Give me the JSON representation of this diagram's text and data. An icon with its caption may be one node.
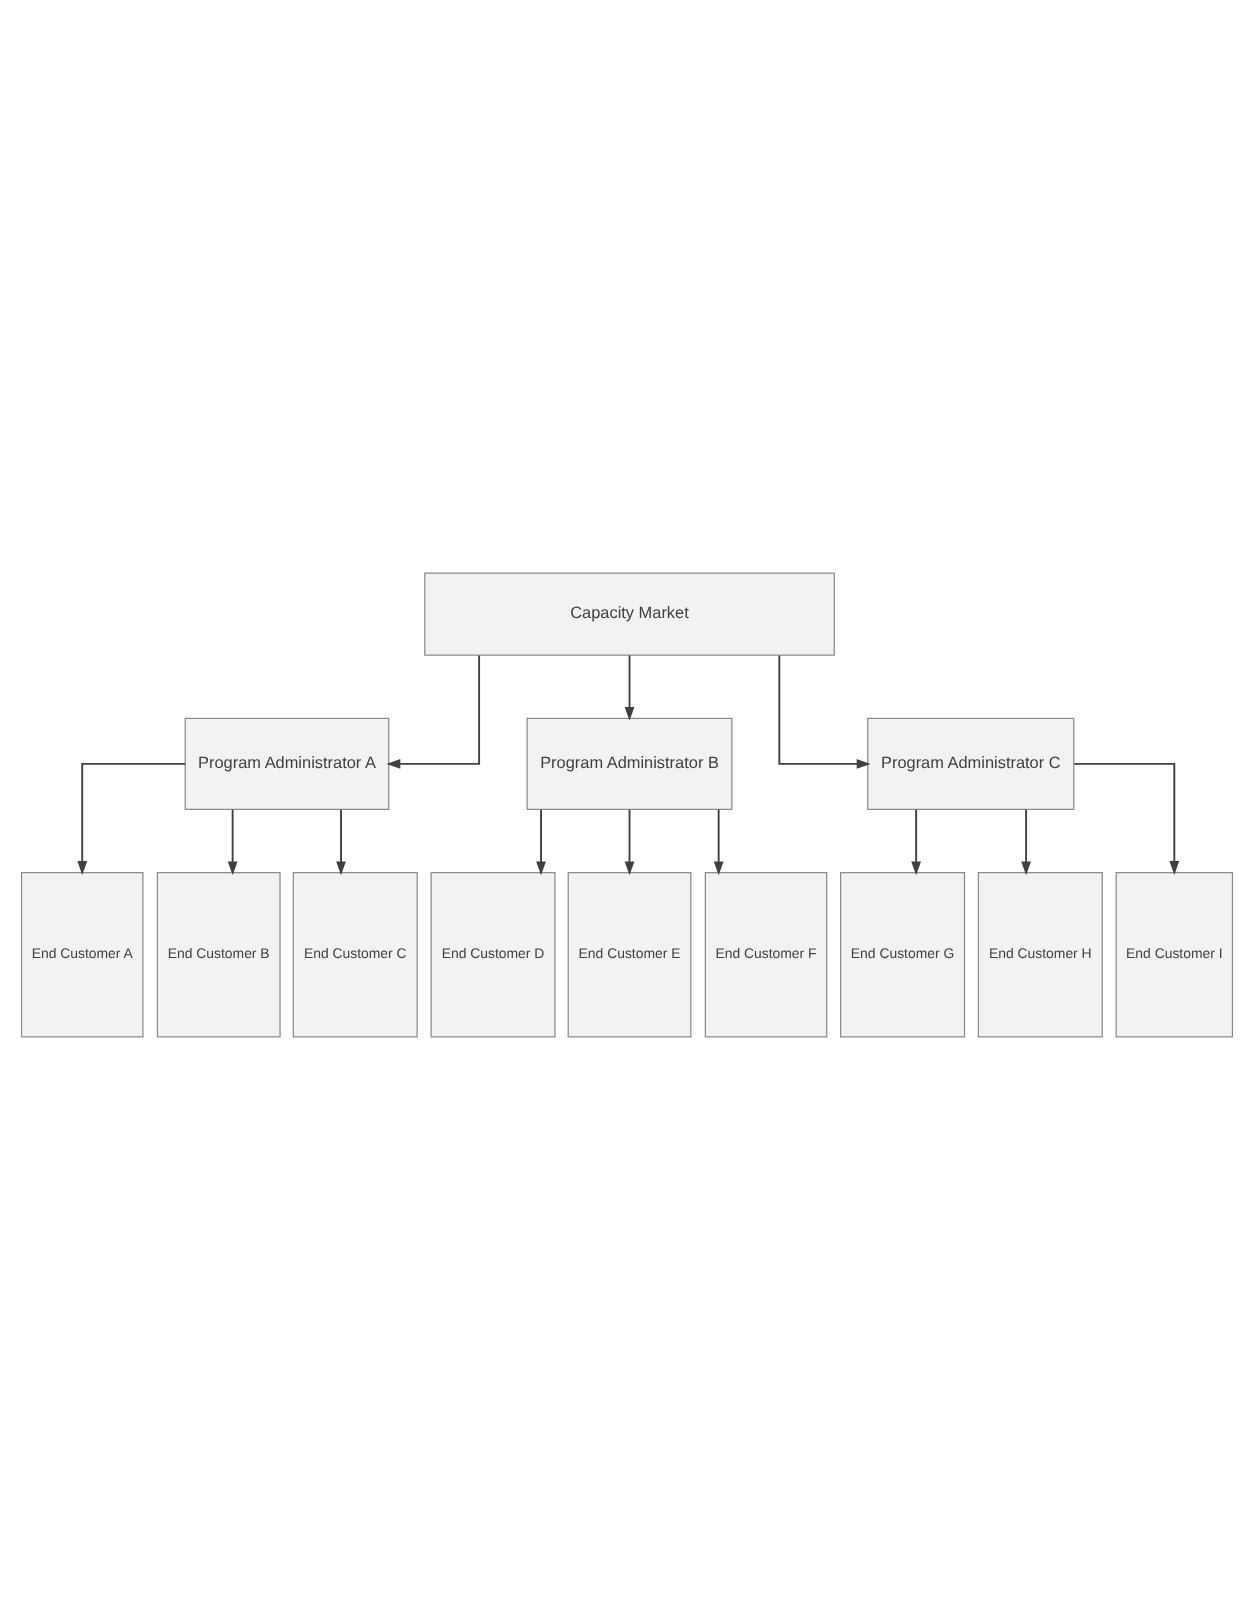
{
  "diagram": {
    "nodes": [
      {
        "text": [
          "Capacity Market"
        ]
      },
      {
        "text": [
          "Program Administrator A"
        ]
      },
      {
        "text": [
          "Program Administrator B"
        ]
      },
      {
        "text": [
          "Program Administrator C"
        ]
      },
      {
        "text": [
          "End Customer A"
        ]
      },
      {
        "text": [
          "End Customer B"
        ]
      },
      {
        "text": [
          "End Customer C"
        ]
      },
      {
        "text": [
          "End Customer D"
        ]
      },
      {
        "text": [
          "End Customer E"
        ]
      },
      {
        "text": [
          "End Customer F"
        ]
      },
      {
        "text": [
          "End Customer G"
        ]
      },
      {
        "text": [
          "End Customer H"
        ]
      },
      {
        "text": [
          "End Customer I"
        ]
      }
    ],
    "edges": [
      {
        "from": 0,
        "to": 1,
        "arrow": "to"
      },
      {
        "from": 0,
        "to": 2,
        "arrow": "to"
      },
      {
        "from": 0,
        "to": 3,
        "arrow": "to"
      },
      {
        "from": 1,
        "to": 4,
        "arrow": "to"
      },
      {
        "from": 1,
        "to": 5,
        "arrow": "to"
      },
      {
        "from": 1,
        "to": 6,
        "arrow": "to"
      },
      {
        "from": 2,
        "to": 7,
        "arrow": "to"
      },
      {
        "from": 2,
        "to": 8,
        "arrow": "to"
      },
      {
        "from": 2,
        "to": 9,
        "arrow": "to"
      },
      {
        "from": 3,
        "to": 10,
        "arrow": "to"
      },
      {
        "from": 3,
        "to": 11,
        "arrow": "to"
      },
      {
        "from": 3,
        "to": 12,
        "arrow": "to"
      }
    ]
  }
}
